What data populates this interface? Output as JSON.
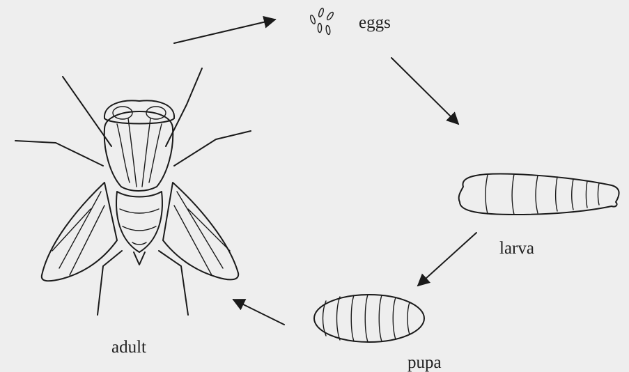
{
  "diagram": {
    "stages": [
      {
        "id": "eggs",
        "label": "eggs"
      },
      {
        "id": "larva",
        "label": "larva"
      },
      {
        "id": "pupa",
        "label": "pupa"
      },
      {
        "id": "adult",
        "label": "adult"
      }
    ],
    "colors": {
      "background": "#eeeeee",
      "ink": "#1a1a1a"
    }
  }
}
